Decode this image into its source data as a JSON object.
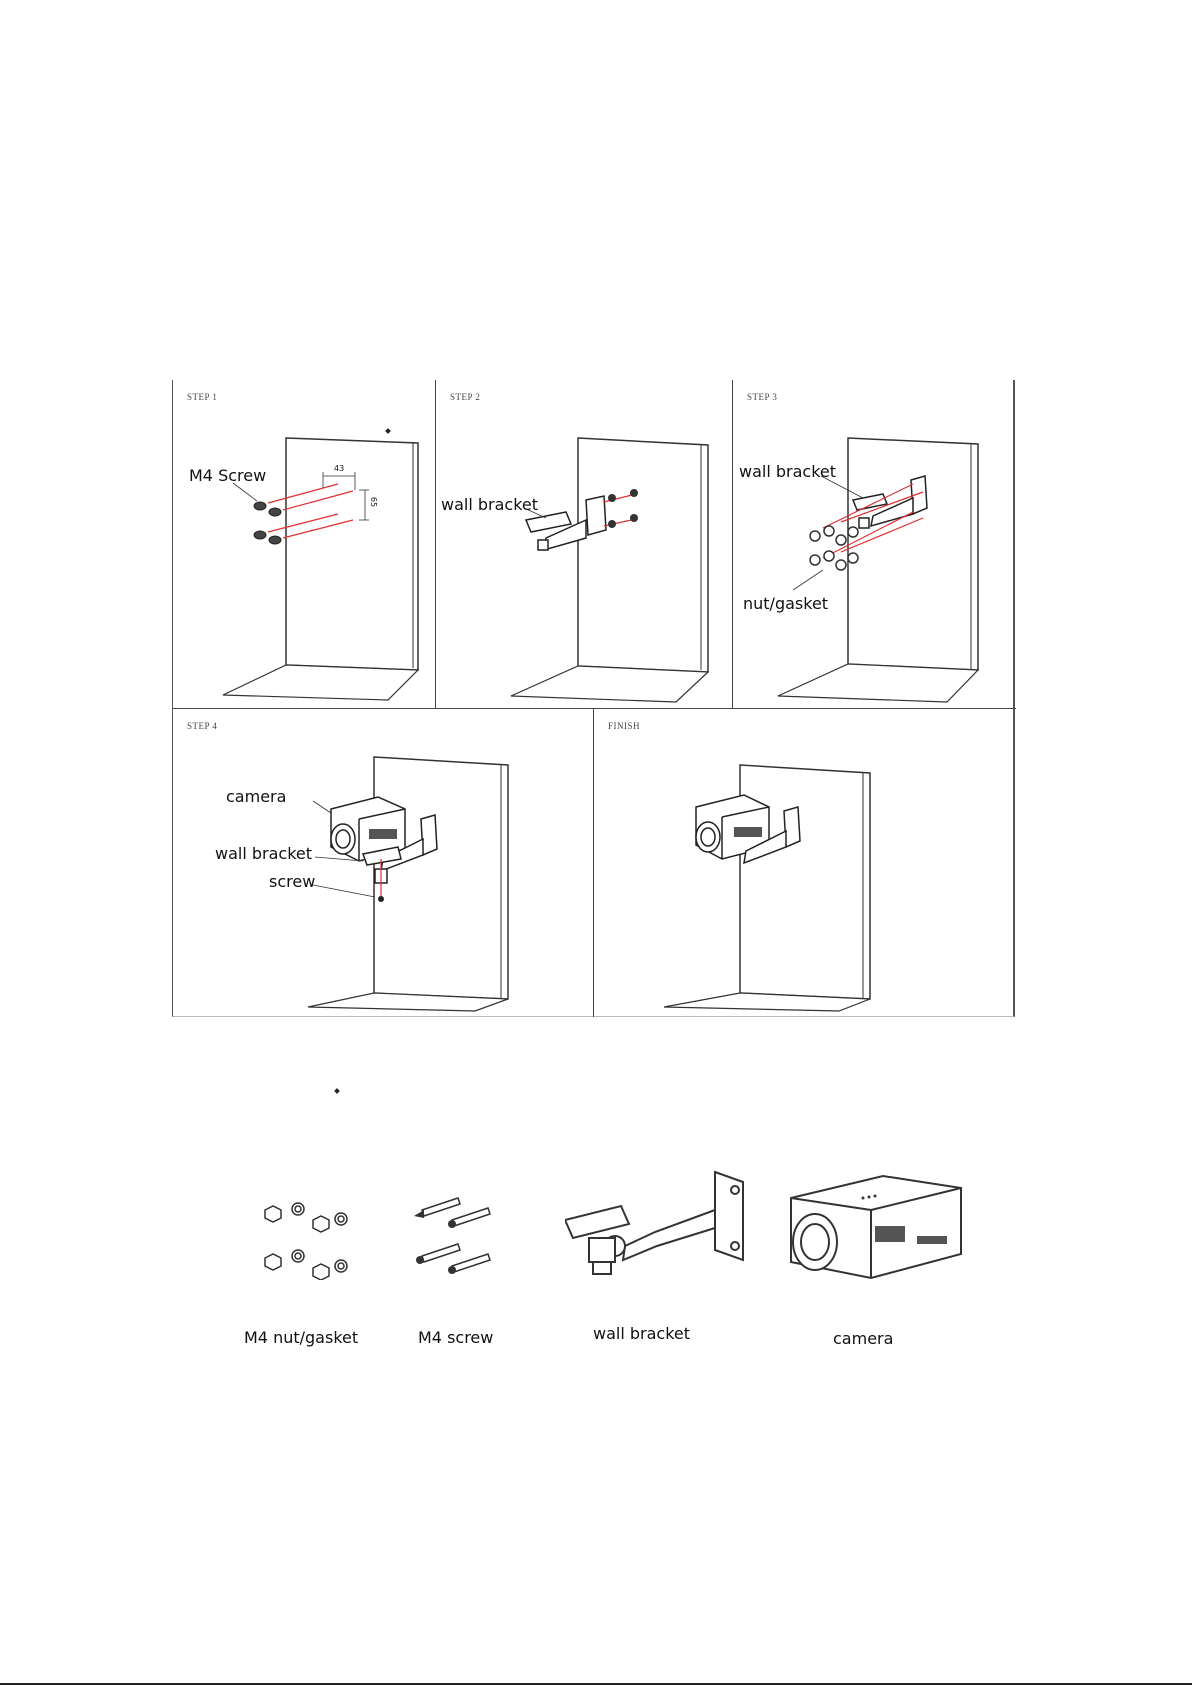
{
  "panels": {
    "step1": {
      "label": "STEP 1",
      "callouts": {
        "screw": "M4 Screw",
        "dim_h": "43",
        "dim_v": "65"
      }
    },
    "step2": {
      "label": "STEP 2",
      "callouts": {
        "bracket": "wall bracket"
      }
    },
    "step3": {
      "label": "STEP 3",
      "callouts": {
        "bracket": "wall bracket",
        "nut": "nut/gasket"
      }
    },
    "step4": {
      "label": "STEP 4",
      "callouts": {
        "camera": "camera",
        "bracket": "wall bracket",
        "screw": "screw"
      }
    },
    "finish": {
      "label": "FINISH"
    }
  },
  "parts": [
    {
      "label": "M4 nut/gasket",
      "icon": "nut-gasket-icon"
    },
    {
      "label": "M4 screw",
      "icon": "screw-icon"
    },
    {
      "label": "wall bracket",
      "icon": "wall-bracket-icon"
    },
    {
      "label": "camera",
      "icon": "camera-icon"
    }
  ],
  "colors": {
    "line": "#333333",
    "guide": "#e03030"
  }
}
